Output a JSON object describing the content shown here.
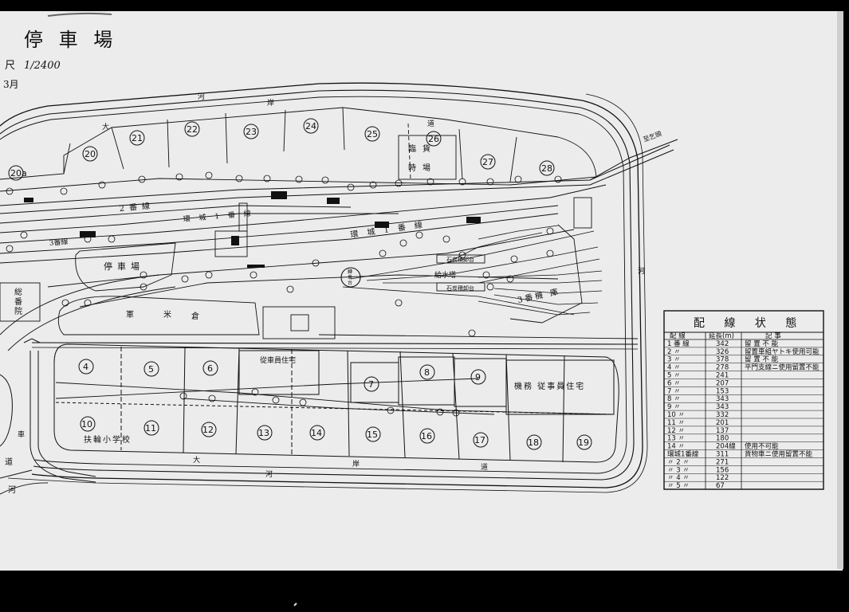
{
  "map": {
    "title": "停 車 場",
    "scale": "1/2400",
    "date_fragment": "3月",
    "left_fragment": "尺",
    "labels": {
      "canal_top": [
        "河",
        "岸",
        "大",
        "道"
      ],
      "canal_bottom": [
        "大",
        "岸",
        "道",
        "河"
      ],
      "to_station": "至乞頭",
      "freight_yard": [
        "臨",
        "貨",
        "時",
        "場"
      ],
      "station": "停車場",
      "track_2": "2番線",
      "track_ring_1": "環 城 1 番 線",
      "track_3": "3番線",
      "rice_warehouse": [
        "軍",
        "米",
        "倉"
      ],
      "hospital": [
        "総",
        "番",
        "院"
      ],
      "staff_housing": "從車員住宅",
      "loco_staff_housing": "機務 従事員住宅",
      "school": "扶輪小学校",
      "turntable": [
        "轉",
        "車",
        "台"
      ],
      "water_tower": "給水塔",
      "coal_platform": "石炭積卸台",
      "engine_shed": "3番機 庫",
      "canal_side": "河",
      "road_left": "道",
      "road_left2": "河",
      "car_left": "車"
    },
    "blocks_north": [
      "20",
      "21",
      "22",
      "23",
      "24",
      "25",
      "26",
      "27",
      "28",
      "20a"
    ],
    "blocks_south_top": [
      "4",
      "5",
      "6",
      "7",
      "8",
      "9"
    ],
    "blocks_south_bottom": [
      "10",
      "11",
      "12",
      "13",
      "14",
      "15",
      "16",
      "17",
      "18",
      "19"
    ]
  },
  "table": {
    "title": "配 線 状 態",
    "headers": [
      "配 線",
      "延長(m)",
      "記 事"
    ],
    "rows": [
      {
        "line": "1 番 線",
        "length": "342",
        "note": "留 置 不 能"
      },
      {
        "line": "2 〃",
        "length": "326",
        "note": "留置車組ヤトキ使用可能"
      },
      {
        "line": "3 〃",
        "length": "378",
        "note": "留 置 不 能"
      },
      {
        "line": "4 〃",
        "length": "278",
        "note": "平門支線ニ使用留置不能"
      },
      {
        "line": "5 〃",
        "length": "241",
        "note": ""
      },
      {
        "line": "6 〃",
        "length": "207",
        "note": ""
      },
      {
        "line": "7 〃",
        "length": "153",
        "note": ""
      },
      {
        "line": "8 〃",
        "length": "343",
        "note": ""
      },
      {
        "line": "9 〃",
        "length": "343",
        "note": ""
      },
      {
        "line": "10 〃",
        "length": "332",
        "note": ""
      },
      {
        "line": "11 〃",
        "length": "201",
        "note": ""
      },
      {
        "line": "12 〃",
        "length": "137",
        "note": ""
      },
      {
        "line": "13 〃",
        "length": "180",
        "note": ""
      },
      {
        "line": "14 〃",
        "length": "204線",
        "note": "使用不可能"
      },
      {
        "line": "環城1番線",
        "length": "311",
        "note": "貨物車ニ使用留置不能"
      },
      {
        "line": "〃 2 〃",
        "length": "271",
        "note": ""
      },
      {
        "line": "〃 3 〃",
        "length": "156",
        "note": ""
      },
      {
        "line": "〃 4 〃",
        "length": "122",
        "note": ""
      },
      {
        "line": "〃 5 〃",
        "length": "67",
        "note": ""
      }
    ]
  }
}
